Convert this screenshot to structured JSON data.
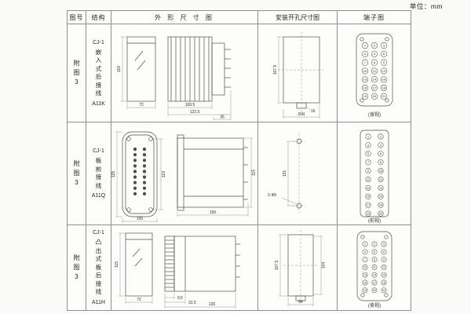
{
  "page": {
    "unit_label": "单位：mm"
  },
  "table": {
    "headers": [
      "图号",
      "结构",
      "外 形 尺 寸 图",
      "安装开孔尺寸图",
      "端子图"
    ]
  },
  "rows": [
    {
      "figure_no": "附图3",
      "model": "CJ-1",
      "structure": "嵌入式后接线",
      "code": "A11K",
      "dims": {
        "front_h": "115",
        "front_w": "72",
        "side_a": "100.5",
        "side_b": "122.5",
        "side_c": "35"
      },
      "mount": {
        "h": "107.5",
        "notch": "16",
        "w": "(64)"
      },
      "terminal_label": "(背视)"
    },
    {
      "figure_no": "附图3",
      "model": "CJ-1",
      "structure": "板前接线",
      "code": "A11Q",
      "dims": {
        "front_h_outer": "125",
        "front_h_inner": "119",
        "front_w": "105",
        "side_len": "156",
        "side_h": "115"
      },
      "mount": {
        "spacing": "131",
        "holes": "2-Φ5"
      },
      "terminal_label": "(前视)"
    },
    {
      "figure_no": "附图3",
      "model": "CJ-1",
      "structure": "凸出式板后接线",
      "code": "A11H",
      "dims": {
        "front_h": "115",
        "front_w": "72",
        "side_a": "9.5",
        "side_b": "31.5",
        "side_c": "126"
      },
      "mount": {
        "h": "107.5",
        "h2": "104",
        "w": "64"
      },
      "terminal_label": "(背视)"
    }
  ],
  "terminals": {
    "t1": {
      "cols": 3,
      "numbers": [
        1,
        2,
        3,
        4,
        5,
        6,
        7,
        8,
        9,
        10,
        11,
        12,
        13,
        14,
        15,
        16,
        17,
        18,
        19,
        20,
        21
      ]
    },
    "t2": {
      "cols": 2,
      "numbers": [
        1,
        2,
        3,
        4,
        5,
        6,
        7,
        8,
        9,
        10,
        11,
        12,
        13,
        14,
        15,
        16,
        17,
        18,
        19,
        20
      ]
    },
    "t3": {
      "cols": 3,
      "numbers": [
        1,
        2,
        3,
        4,
        5,
        6,
        7,
        8,
        9,
        10,
        11,
        12,
        13,
        14,
        15,
        16,
        17,
        18,
        19,
        20,
        21
      ]
    }
  }
}
